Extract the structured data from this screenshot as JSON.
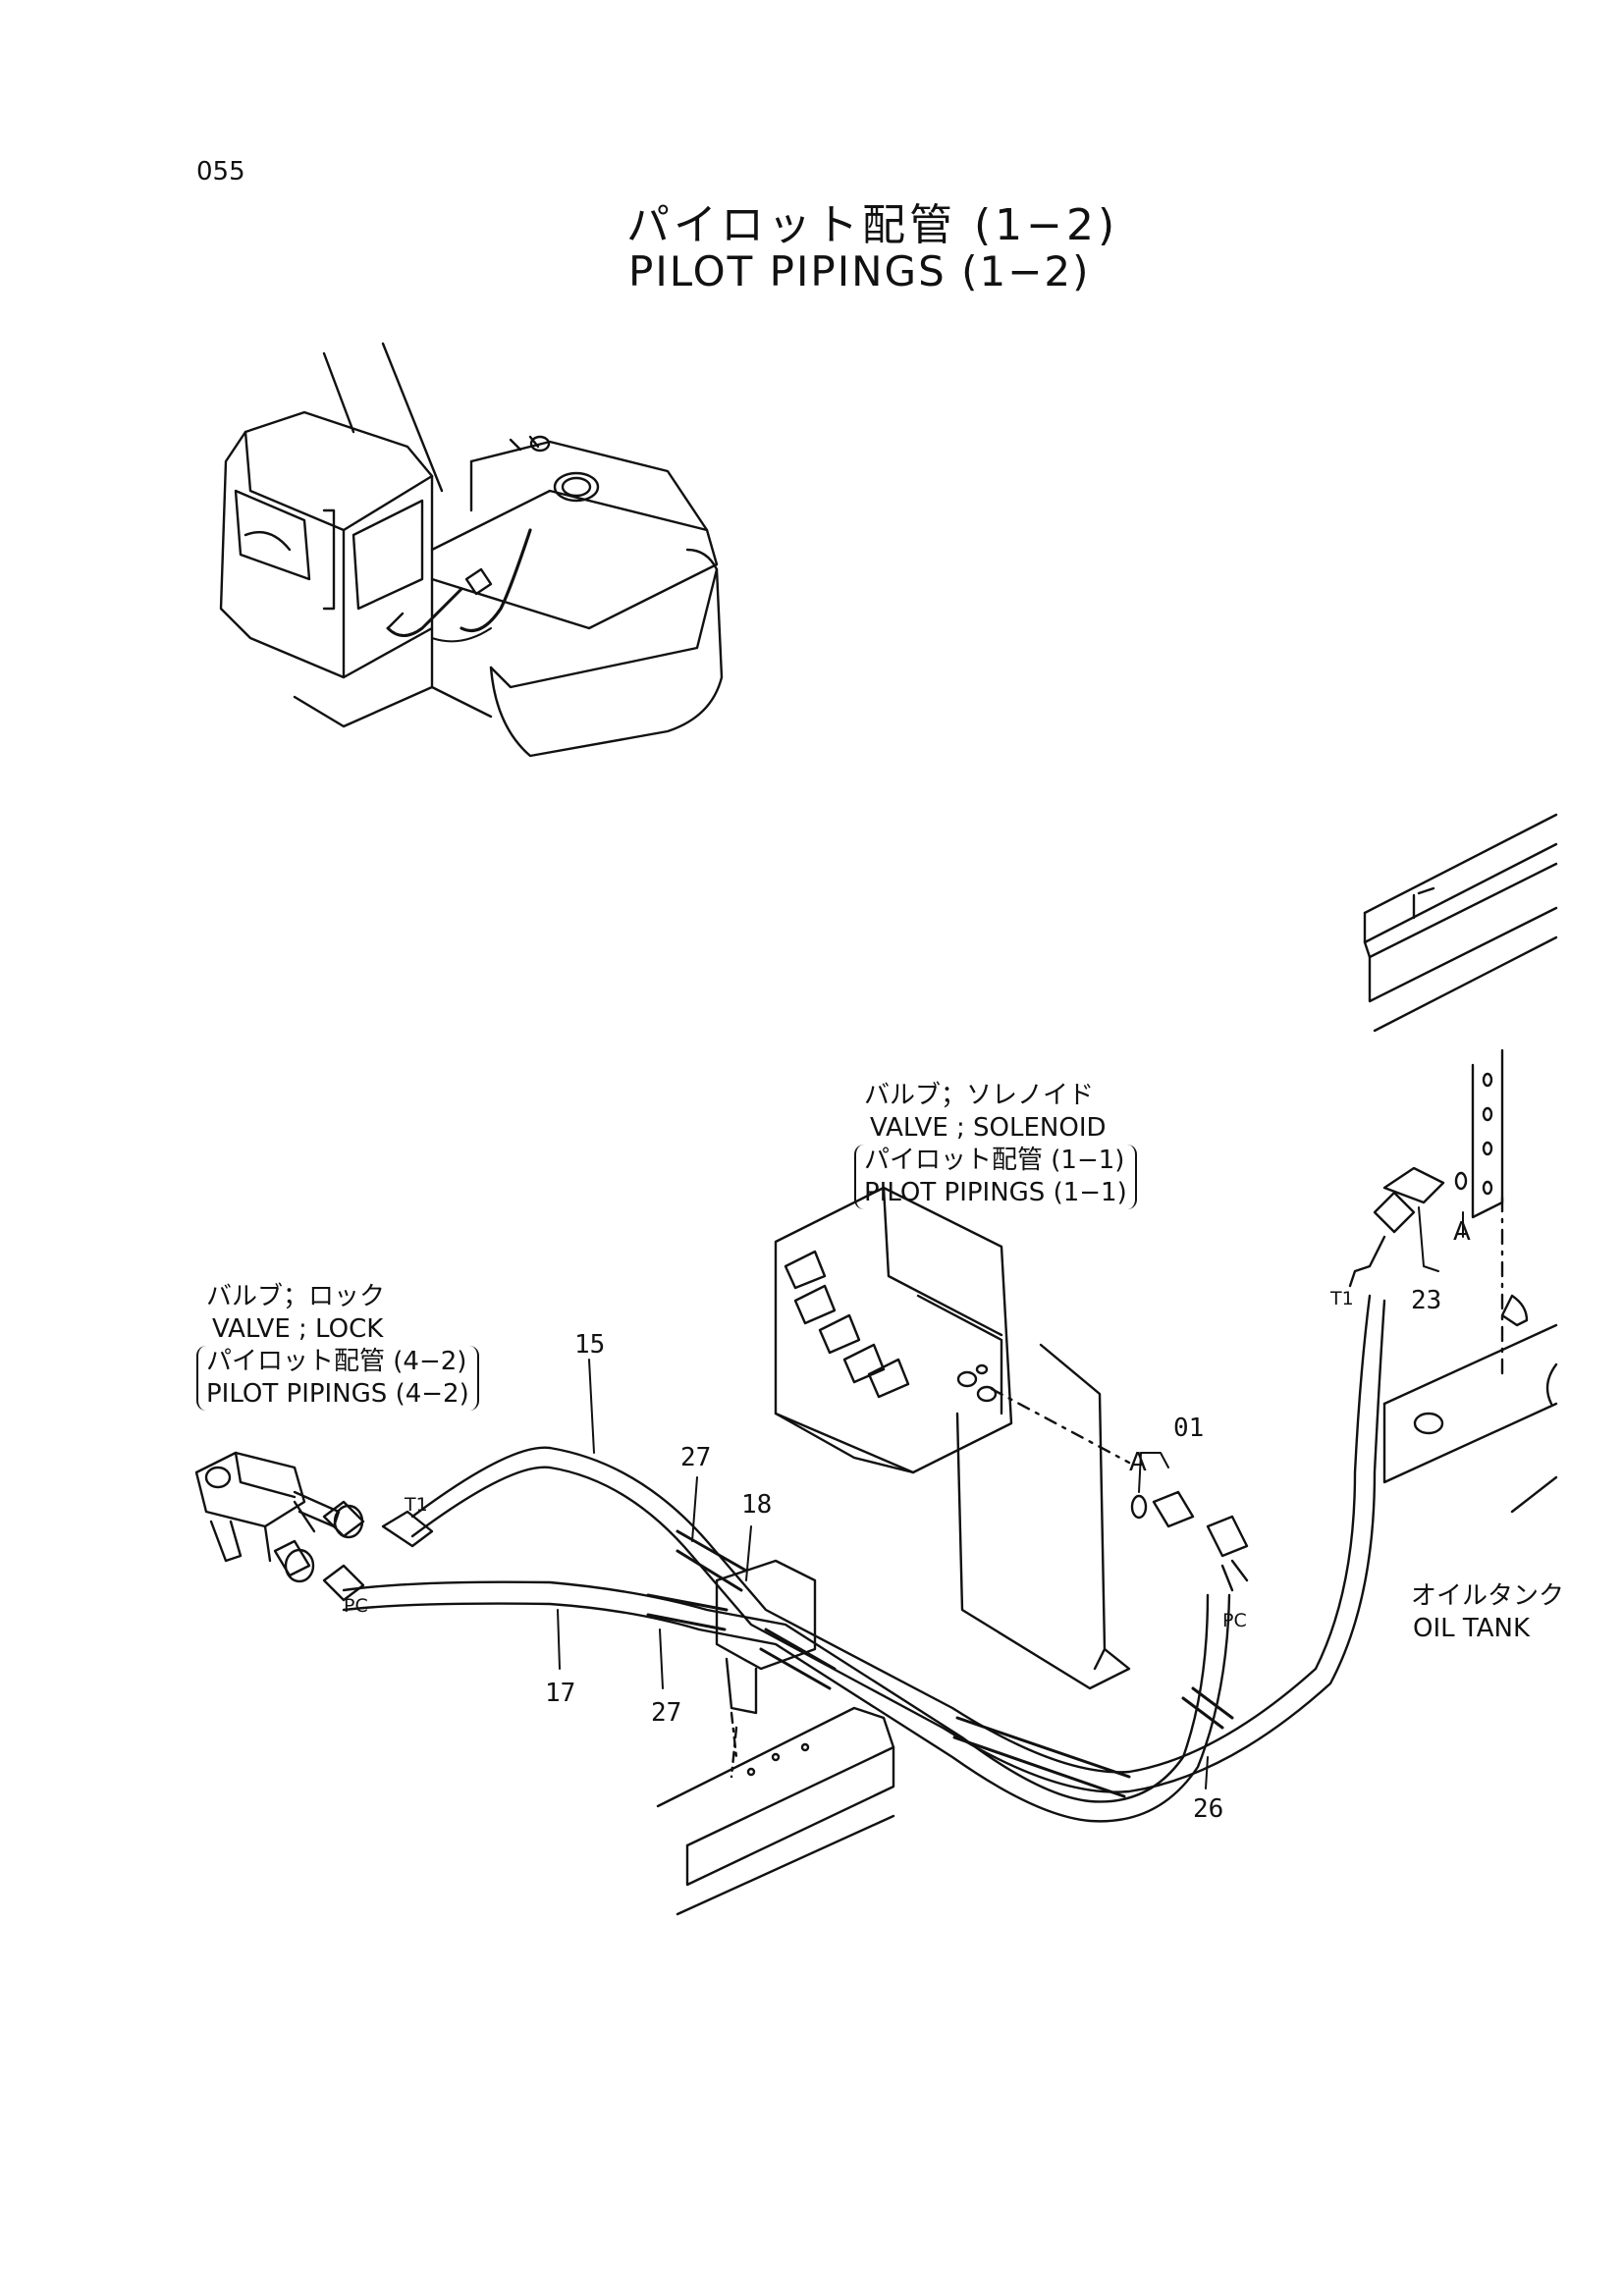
{
  "page": {
    "number": "055"
  },
  "title": {
    "ja": "パイロット配管 (1−2)",
    "en": "PILOT PIPINGS (1−2)"
  },
  "callouts": {
    "solenoid": {
      "ja": "バルブ；ソレノイド",
      "en": "VALVE ; SOLENOID",
      "ref_ja": "パイロット配管 (1−1)",
      "ref_en": "PILOT PIPINGS (1−1)"
    },
    "lock": {
      "ja": "バルブ；ロック",
      "en": "VALVE ; LOCK",
      "ref_ja": "パイロット配管 (4−2)",
      "ref_en": "PILOT PIPINGS (4−2)"
    },
    "oil_tank": {
      "ja": "オイルタンク",
      "en": "OIL TANK"
    }
  },
  "part_numbers": [
    "15",
    "27",
    "18",
    "01",
    "23",
    "17",
    "27",
    "26"
  ],
  "port_labels": {
    "t1_left": "T1",
    "pc_left": "PC",
    "t1_right": "T1",
    "pc_right": "PC",
    "a_top": "A",
    "a_mid": "A"
  }
}
